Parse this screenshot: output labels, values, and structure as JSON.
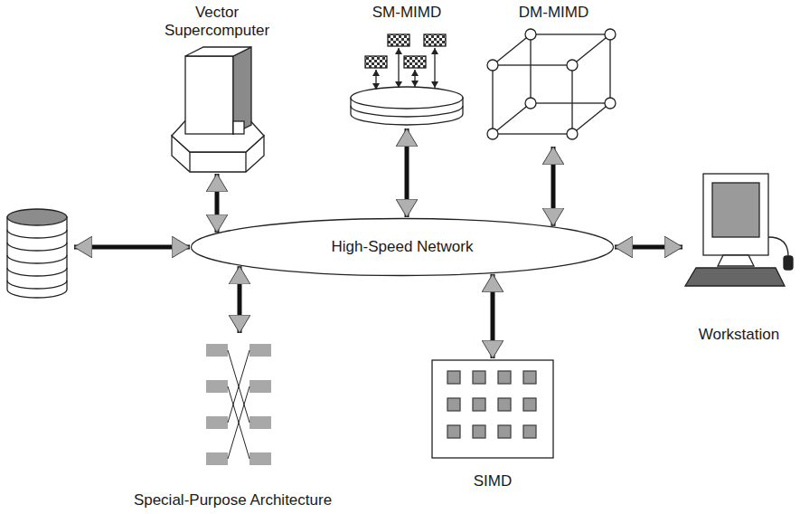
{
  "diagram": {
    "nodes": [
      {
        "text": [
          "Vector Supercomputer"
        ]
      },
      {
        "text": [
          "SM-MIMD"
        ]
      },
      {
        "text": [
          "DM-MIMD"
        ]
      },
      {
        "text": [
          "High-Speed Network"
        ]
      },
      {
        "text": [
          "Workstation"
        ]
      },
      {
        "text": [
          "SIMD"
        ]
      },
      {
        "text": [
          "Special-Purpose Architecture"
        ]
      }
    ],
    "edges": [
      {
        "from": 0,
        "to": 3,
        "arrow": "both"
      },
      {
        "from": 1,
        "to": 3,
        "arrow": "both"
      },
      {
        "from": 2,
        "to": 3,
        "arrow": "both"
      },
      {
        "from": 3,
        "to": 4,
        "arrow": "both"
      },
      {
        "from": 3,
        "to": 5,
        "arrow": "both"
      },
      {
        "from": 3,
        "to": 6,
        "arrow": "both"
      }
    ]
  }
}
